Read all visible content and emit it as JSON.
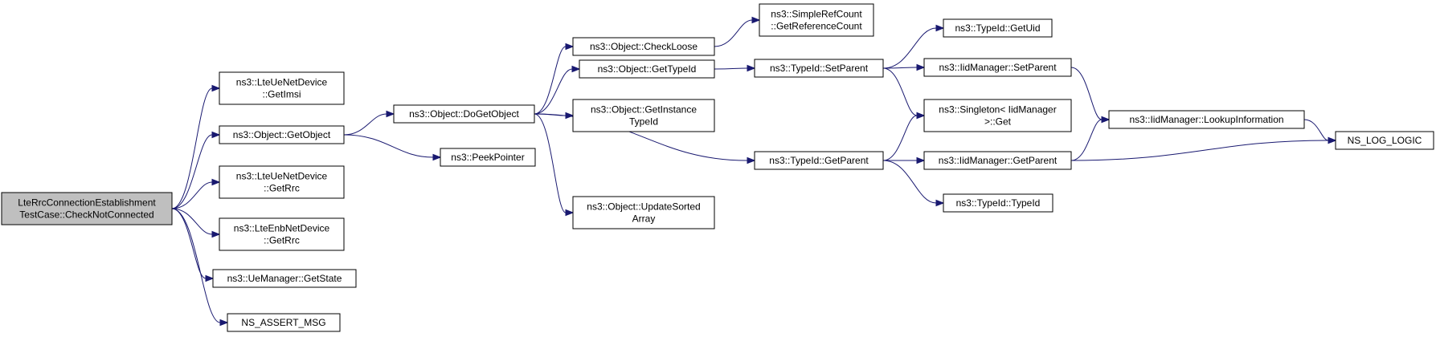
{
  "colors": {
    "edge": "#191970",
    "root_fill": "#bfbfbf",
    "node_fill": "#ffffff",
    "node_border": "#000000"
  },
  "nodes": [
    {
      "id": "root",
      "lines": [
        "LteRrcConnectionEstablishment",
        "TestCase::CheckNotConnected"
      ]
    },
    {
      "id": "getimsi",
      "lines": [
        "ns3::LteUeNetDevice",
        "::GetImsi"
      ]
    },
    {
      "id": "getobject",
      "lines": [
        "ns3::Object::GetObject"
      ]
    },
    {
      "id": "uegetrrc",
      "lines": [
        "ns3::LteUeNetDevice",
        "::GetRrc"
      ]
    },
    {
      "id": "enbgetrrc",
      "lines": [
        "ns3::LteEnbNetDevice",
        "::GetRrc"
      ]
    },
    {
      "id": "getstate",
      "lines": [
        "ns3::UeManager::GetState"
      ]
    },
    {
      "id": "assert",
      "lines": [
        "NS_ASSERT_MSG"
      ]
    },
    {
      "id": "dogetobject",
      "lines": [
        "ns3::Object::DoGetObject"
      ]
    },
    {
      "id": "peekpointer",
      "lines": [
        "ns3::PeekPointer"
      ]
    },
    {
      "id": "checkloose",
      "lines": [
        "ns3::Object::CheckLoose"
      ]
    },
    {
      "id": "gettypeid",
      "lines": [
        "ns3::Object::GetTypeId"
      ]
    },
    {
      "id": "getinstance",
      "lines": [
        "ns3::Object::GetInstance",
        "TypeId"
      ]
    },
    {
      "id": "updatesorted",
      "lines": [
        "ns3::Object::UpdateSorted",
        "Array"
      ]
    },
    {
      "id": "getrefcount",
      "lines": [
        "ns3::SimpleRefCount",
        "::GetReferenceCount"
      ]
    },
    {
      "id": "setparent",
      "lines": [
        "ns3::TypeId::SetParent"
      ]
    },
    {
      "id": "getparent",
      "lines": [
        "ns3::TypeId::GetParent"
      ]
    },
    {
      "id": "getuid",
      "lines": [
        "ns3::TypeId::GetUid"
      ]
    },
    {
      "id": "iidsetparent",
      "lines": [
        "ns3::IidManager::SetParent"
      ]
    },
    {
      "id": "singleton",
      "lines": [
        "ns3::Singleton< IidManager",
        ">::Get"
      ]
    },
    {
      "id": "iidgetparent",
      "lines": [
        "ns3::IidManager::GetParent"
      ]
    },
    {
      "id": "typeidctor",
      "lines": [
        "ns3::TypeId::TypeId"
      ]
    },
    {
      "id": "lookup",
      "lines": [
        "ns3::IidManager::LookupInformation"
      ]
    },
    {
      "id": "nslog",
      "lines": [
        "NS_LOG_LOGIC"
      ]
    }
  ]
}
